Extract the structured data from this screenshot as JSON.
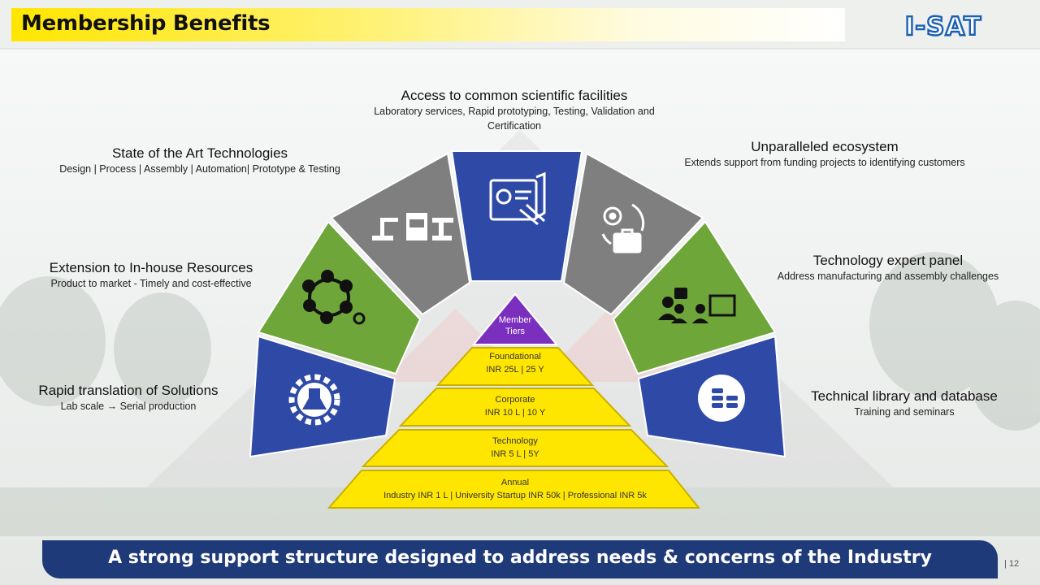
{
  "header": {
    "title": "Membership Benefits",
    "logo_text": "I-SAT"
  },
  "benefits": [
    {
      "title": "Access to common scientific facilities",
      "subtitle_line1": "Laboratory services, Rapid prototyping, Testing, Validation and",
      "subtitle_line2": "Certification",
      "icon": "blueprint-design-icon",
      "color": "#2e4aa6"
    },
    {
      "title": "State of the Art Technologies",
      "subtitle": "Design | Process | Assembly | Automation| Prototype & Testing",
      "icon": "industrial-robots-icon",
      "color": "#7f7f7f"
    },
    {
      "title": "Unparalleled ecosystem",
      "subtitle": "Extends support from funding projects to identifying customers",
      "icon": "gear-briefcase-icon",
      "color": "#7f7f7f"
    },
    {
      "title": "Extension to In-house Resources",
      "subtitle": "Product to market - Timely and cost-effective",
      "icon": "process-cycle-icon",
      "color": "#6ea63a"
    },
    {
      "title": "Technology expert panel",
      "subtitle": "Address manufacturing and assembly challenges",
      "icon": "expert-presentation-icon",
      "color": "#6ea63a"
    },
    {
      "title": "Rapid translation of Solutions",
      "subtitle_pre": "Lab scale",
      "subtitle_arrow": "→",
      "subtitle_post": "Serial production",
      "icon": "lab-gear-icon",
      "color": "#2e4aa6"
    },
    {
      "title": "Technical library and database",
      "subtitle": "Training and seminars",
      "icon": "database-icon",
      "color": "#2e4aa6"
    }
  ],
  "pyramid": {
    "apex_line1": "Member",
    "apex_line2": "Tiers",
    "tiers": [
      {
        "name": "Foundational",
        "fee": "INR 25L | 25 Y"
      },
      {
        "name": "Corporate",
        "fee": "INR 10 L | 10 Y"
      },
      {
        "name": "Technology",
        "fee": "INR 5 L | 5Y"
      },
      {
        "name": "Annual",
        "fee": "Industry INR 1 L | University Startup INR 50k | Professional  INR 5k"
      }
    ],
    "apex_color": "#7b2fbf",
    "tier_color": "#ffe600"
  },
  "footer": {
    "banner": "A strong support structure designed to address needs & concerns of the Industry",
    "page": "|  12"
  }
}
